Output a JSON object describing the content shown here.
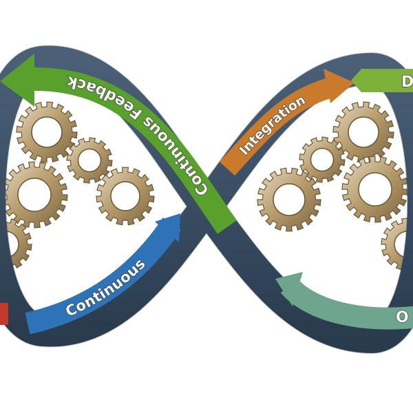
{
  "diagram": {
    "arrows": [
      {
        "id": "continuous-feedback",
        "label": "Continuous Feedback",
        "color": "#5aa02c"
      },
      {
        "id": "integration",
        "label": "Integration",
        "color": "#c97a2b"
      },
      {
        "id": "deployment",
        "label": "D",
        "color": "#7fb03a"
      },
      {
        "id": "operations",
        "label": "O",
        "color": "#6fa58f"
      },
      {
        "id": "continuous",
        "label": "Continuous",
        "color": "#2e73b8"
      },
      {
        "id": "left-edge",
        "label": "",
        "color": "#c0392b"
      }
    ],
    "loop_color": "#3d5468",
    "gear_color": "#b59a6a"
  }
}
